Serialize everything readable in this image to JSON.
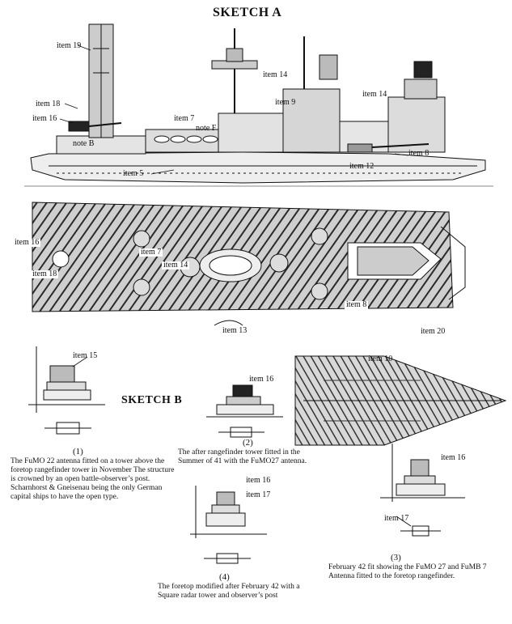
{
  "sketch_a": {
    "title": "SKETCH A",
    "profile_labels": {
      "item19": "item 19",
      "item18": "item 18",
      "item16": "item 16",
      "item14a": "item 14",
      "item14b": "item 14",
      "item9": "item 9",
      "item7": "item 7",
      "noteF": "note F",
      "noteB": "note B",
      "item8": "item 8",
      "item12": "item 12",
      "item5": "item 5"
    },
    "plan_labels": {
      "item16": "item 16",
      "item18": "item 18",
      "item7": "item 7",
      "item14": "item 14",
      "item8": "item 8",
      "item13": "item 13",
      "item20": "item 20"
    }
  },
  "sketch_b": {
    "title": "SKETCH B",
    "detail_labels": {
      "item15": "item 15",
      "item10": "item 10",
      "item16_2": "item 16",
      "item16_3": "item 16",
      "item16_4": "item 16",
      "item17_4": "item 17",
      "item17_3": "item 17"
    },
    "captions": [
      {
        "number": "(1)",
        "text": "The FuMO 22 antenna fitted on a tower above the foretop rangefinder tower in November The structure is crowned by an open battle-observer’s post. Scharnhorst & Gneisenau being the only German capital ships to have the open type."
      },
      {
        "number": "(2)",
        "text": "The after rangefinder tower fitted in the Summer of 41 with the FuMO27 antenna."
      },
      {
        "number": "(3)",
        "text": "February 42 fit showing the FuMO 27 and FuMB 7 Antenna fitted to the foretop rangefinder."
      },
      {
        "number": "(4)",
        "text": "The foretop modified after February 42 with a Square radar tower and observer’s post"
      }
    ]
  }
}
